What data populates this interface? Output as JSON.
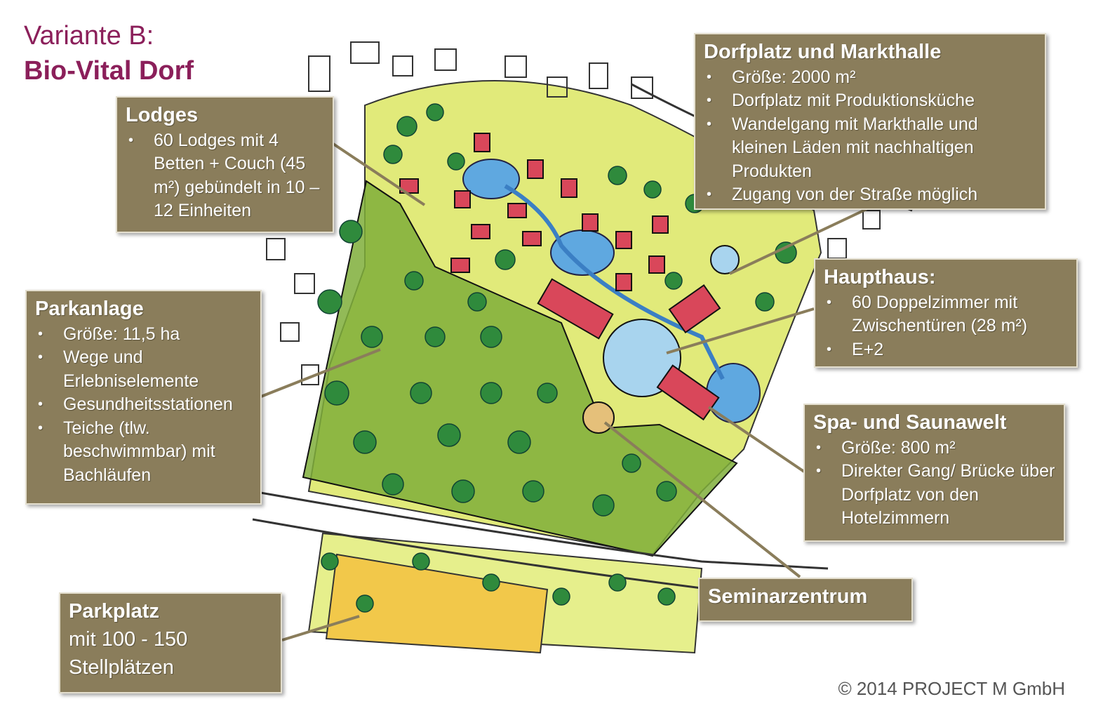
{
  "title": {
    "variant": "Variante B:",
    "name": "Bio-Vital Dorf"
  },
  "callouts": {
    "lodges": {
      "title": "Lodges",
      "items": [
        "60 Lodges mit 4 Betten + Couch (45 m²) gebündelt in 10 – 12 Einheiten"
      ]
    },
    "parkanlage": {
      "title": "Parkanlage",
      "items": [
        "Größe:  11,5 ha",
        "Wege und Erlebniselemente",
        "Gesundheitsstationen",
        "Teiche (tlw. beschwimmbar) mit Bachläufen"
      ]
    },
    "parkplatz": {
      "title": "Parkplatz",
      "line1": "mit 100 - 150",
      "line2": "Stellplätzen"
    },
    "dorfplatz": {
      "title": "Dorfplatz und Markthalle",
      "items": [
        "Größe:  2000 m²",
        "Dorfplatz mit Produktionsküche",
        "Wandelgang mit Markthalle und kleinen Läden mit nachhaltigen Produkten",
        "Zugang von der Straße möglich"
      ]
    },
    "haupthaus": {
      "title": "Haupthaus:",
      "items": [
        "60 Doppelzimmer mit Zwischentüren (28 m²)",
        "E+2"
      ]
    },
    "spa": {
      "title": "Spa- und Saunawelt",
      "items": [
        "Größe: 800 m²",
        "Direkter Gang/ Brücke über Dorfplatz von den Hotelzimmern"
      ]
    },
    "seminar": {
      "title": "Seminarzentrum"
    }
  },
  "copyright": "© 2014 PROJECT M GmbH",
  "colors": {
    "title": "#8b1f5a",
    "callout_bg": "#8a7d5b",
    "leader_line": "#8a7d5b",
    "meadow": "#e1ea7a",
    "park": "#7fae3a",
    "tree": "#2f8a3c",
    "water": "#5fa8e0",
    "building": "#d9475a",
    "parking": "#f2c84a"
  }
}
